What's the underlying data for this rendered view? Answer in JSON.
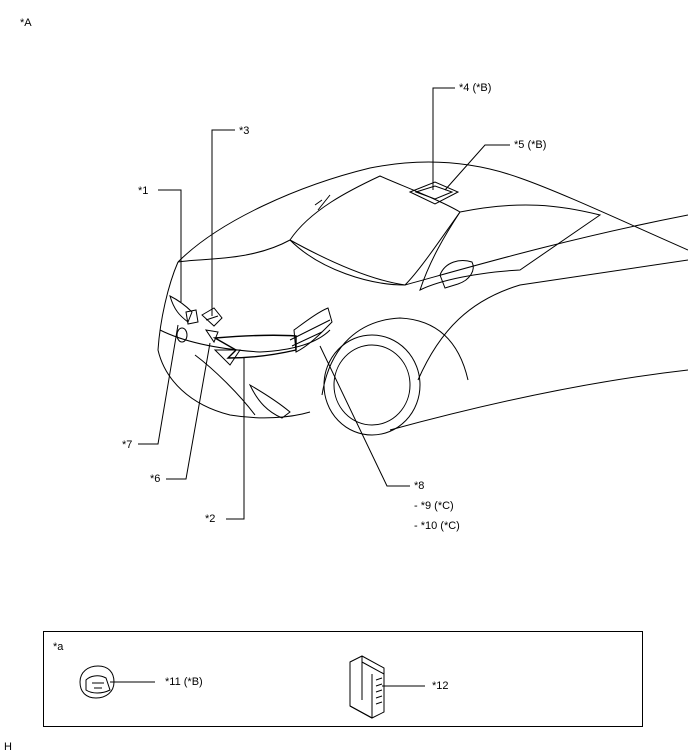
{
  "figure_marker": "*A",
  "corner_marker": "H",
  "callouts": {
    "c1": "*1",
    "c2": "*2",
    "c3": "*3",
    "c4": "*4 (*B)",
    "c5": "*5 (*B)",
    "c6": "*6",
    "c7": "*7",
    "c8": "*8",
    "c9": "- *9 (*C)",
    "c10": "- *10 (*C)"
  },
  "inset": {
    "marker": "*a",
    "c11": "*11 (*B)",
    "c12": "*12"
  }
}
